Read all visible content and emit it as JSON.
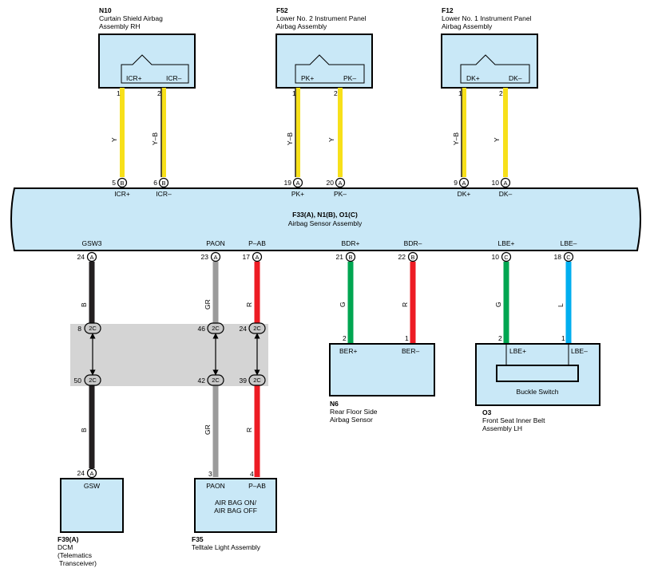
{
  "components": {
    "n10": {
      "code": "N10",
      "line1": "Curtain Shield Airbag",
      "line2": "Assembly RH",
      "pin_a": "ICR+",
      "pin_b": "ICR–"
    },
    "f52": {
      "code": "F52",
      "line1": "Lower No. 2 Instrument Panel",
      "line2": "Airbag Assembly",
      "pin_a": "PK+",
      "pin_b": "PK–"
    },
    "f12": {
      "code": "F12",
      "line1": "Lower No. 1 Instrument Panel",
      "line2": "Airbag Assembly",
      "pin_a": "DK+",
      "pin_b": "DK–"
    },
    "sensor": {
      "code": "F33(A), N1(B), O1(C)",
      "name": "Airbag Sensor Assembly",
      "top_labels": [
        "ICR+",
        "ICR–",
        "PK+",
        "PK–",
        "DK+",
        "DK–"
      ],
      "bottom_labels": [
        "GSW3",
        "PAON",
        "P–AB",
        "BDR+",
        "BDR–",
        "LBE+",
        "LBE–"
      ]
    },
    "n6": {
      "code": "N6",
      "line1": "Rear Floor Side",
      "line2": "Airbag Sensor",
      "pin_a": "BER+",
      "pin_b": "BER–"
    },
    "o3": {
      "code": "O3",
      "line1": "Front Seat Inner Belt",
      "line2": "Assembly LH",
      "pin_a": "LBE+",
      "pin_b": "LBE–",
      "inner": "Buckle Switch"
    },
    "f39": {
      "code": "F39(A)",
      "line1": "DCM",
      "line2": "(Telematics",
      "line3": "Transceiver)",
      "pin": "GSW"
    },
    "f35": {
      "code": "F35",
      "line1": "Telltale Light Assembly",
      "pin_a": "PAON",
      "pin_b": "P–AB",
      "inner1": "AIR BAG ON/",
      "inner2": "AIR BAG OFF"
    }
  },
  "pins": {
    "n10": [
      "1",
      "2"
    ],
    "f52": [
      "1",
      "2"
    ],
    "f12": [
      "1",
      "2"
    ],
    "sensor_top": [
      "5",
      "6",
      "19",
      "20",
      "9",
      "10"
    ],
    "sensor_top_conn": [
      "B",
      "B",
      "A",
      "A",
      "A",
      "A"
    ],
    "sensor_bottom": [
      "24",
      "23",
      "17",
      "21",
      "22",
      "10",
      "18"
    ],
    "sensor_bottom_conn": [
      "A",
      "A",
      "A",
      "B",
      "B",
      "C",
      "C"
    ],
    "n6": [
      "2",
      "1"
    ],
    "o3": [
      "2",
      "1"
    ],
    "f39": "24",
    "f39_conn": "A",
    "f35": [
      "3",
      "4"
    ]
  },
  "wire_colors": {
    "top": [
      "Y",
      "Y–B",
      "Y–B",
      "Y",
      "Y–B",
      "Y"
    ],
    "bottom_upper": [
      "B",
      "GR",
      "R",
      "G",
      "R",
      "G",
      "L"
    ],
    "bottom_lower": [
      "B",
      "GR",
      "R"
    ]
  },
  "junction": {
    "code": "2C",
    "upper_pins": [
      "8",
      "46",
      "24"
    ],
    "lower_pins": [
      "50",
      "42",
      "39"
    ]
  },
  "colors": {
    "yellow": "#f7e01a",
    "black": "#231f20",
    "gray": "#9b9b9b",
    "red": "#ed1c24",
    "green": "#00a651",
    "blue": "#00aeef",
    "box_fill": "#c9e8f7",
    "junction_fill": "#d4d4d4"
  }
}
